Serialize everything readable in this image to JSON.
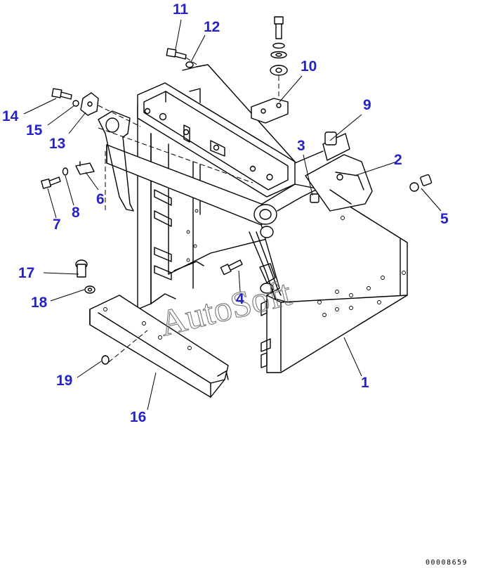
{
  "diagram": {
    "watermark": "AutoSoft",
    "document_number": "00008659",
    "callout_color": "#2323c8",
    "callouts": [
      {
        "id": "c1",
        "label": "1"
      },
      {
        "id": "c2",
        "label": "2"
      },
      {
        "id": "c3",
        "label": "3"
      },
      {
        "id": "c4",
        "label": "4"
      },
      {
        "id": "c5",
        "label": "5"
      },
      {
        "id": "c6",
        "label": "6"
      },
      {
        "id": "c7",
        "label": "7"
      },
      {
        "id": "c8",
        "label": "8"
      },
      {
        "id": "c9",
        "label": "9"
      },
      {
        "id": "c10",
        "label": "10"
      },
      {
        "id": "c11",
        "label": "11"
      },
      {
        "id": "c12",
        "label": "12"
      },
      {
        "id": "c13",
        "label": "13"
      },
      {
        "id": "c14",
        "label": "14"
      },
      {
        "id": "c15",
        "label": "15"
      },
      {
        "id": "c16",
        "label": "16"
      },
      {
        "id": "c17",
        "label": "17"
      },
      {
        "id": "c18",
        "label": "18"
      },
      {
        "id": "c19",
        "label": "19"
      }
    ]
  }
}
